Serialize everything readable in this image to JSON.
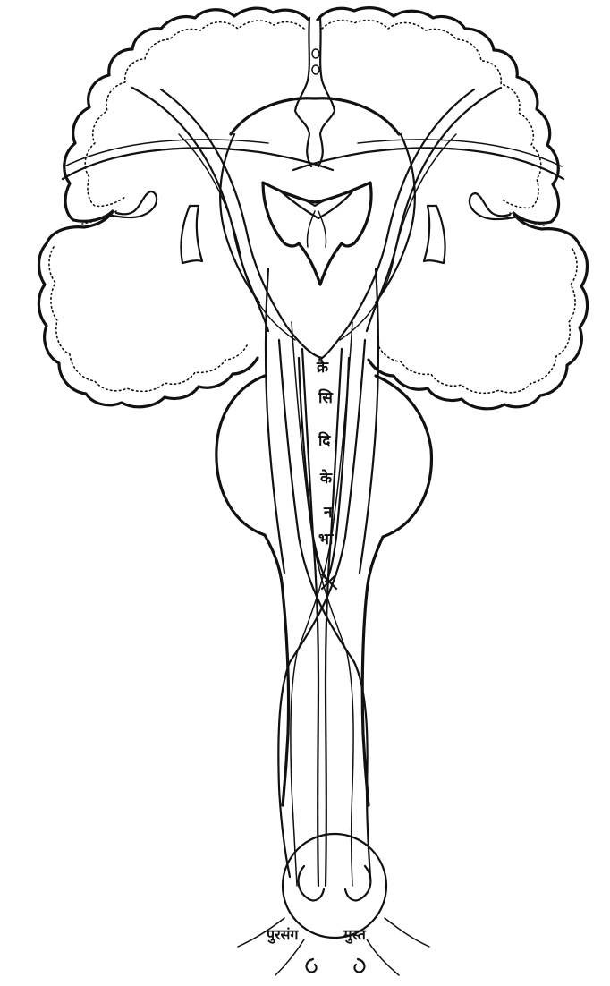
{
  "figure": {
    "colors": {
      "ink": "#111111",
      "paper": "#ffffff",
      "fill": "#1a1a1a"
    },
    "labels": {
      "vertical_1": "क्रै",
      "vertical_2": "सि",
      "vertical_3": "दि",
      "vertical_4": "के",
      "vertical_5": "न",
      "vertical_6": "भा",
      "bottom_left": "पुरसंग",
      "bottom_right": "मुस्त"
    }
  }
}
